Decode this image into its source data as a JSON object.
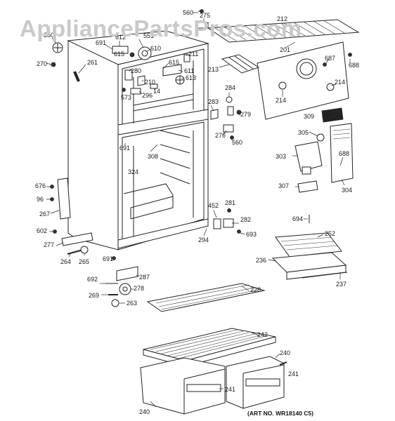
{
  "watermark": "AppliancePartsPros.com",
  "art_number": "(ART NO. WR18140 C5)",
  "part_labels": [
    {
      "id": "l560a",
      "text": "560"
    },
    {
      "id": "l275",
      "text": "275"
    },
    {
      "id": "l212",
      "text": "212"
    },
    {
      "id": "l250",
      "text": "250"
    },
    {
      "id": "l612",
      "text": "612"
    },
    {
      "id": "l551",
      "text": "551"
    },
    {
      "id": "l691a",
      "text": "691"
    },
    {
      "id": "l615a",
      "text": "615"
    },
    {
      "id": "l610",
      "text": "610"
    },
    {
      "id": "l201",
      "text": "201"
    },
    {
      "id": "l270",
      "text": "270"
    },
    {
      "id": "l261",
      "text": "261"
    },
    {
      "id": "l211",
      "text": "211"
    },
    {
      "id": "l687",
      "text": "687"
    },
    {
      "id": "l688a",
      "text": "688"
    },
    {
      "id": "l615b",
      "text": "615"
    },
    {
      "id": "l280",
      "text": "280"
    },
    {
      "id": "l611",
      "text": "611"
    },
    {
      "id": "l213",
      "text": "213"
    },
    {
      "id": "l210",
      "text": "210"
    },
    {
      "id": "l613",
      "text": "613"
    },
    {
      "id": "l14",
      "text": "14"
    },
    {
      "id": "l296",
      "text": "296"
    },
    {
      "id": "l573",
      "text": "573"
    },
    {
      "id": "l284",
      "text": "284"
    },
    {
      "id": "l214a",
      "text": "214"
    },
    {
      "id": "l214b",
      "text": "214"
    },
    {
      "id": "l283",
      "text": "283"
    },
    {
      "id": "l279",
      "text": "279"
    },
    {
      "id": "l309",
      "text": "309"
    },
    {
      "id": "l276",
      "text": "276"
    },
    {
      "id": "l560b",
      "text": "560"
    },
    {
      "id": "l305",
      "text": "305"
    },
    {
      "id": "l691b",
      "text": "691"
    },
    {
      "id": "l308",
      "text": "308"
    },
    {
      "id": "l303",
      "text": "303"
    },
    {
      "id": "l688b",
      "text": "688"
    },
    {
      "id": "l324",
      "text": "324"
    },
    {
      "id": "l676",
      "text": "676"
    },
    {
      "id": "l307",
      "text": "307"
    },
    {
      "id": "l304",
      "text": "304"
    },
    {
      "id": "l96",
      "text": "96"
    },
    {
      "id": "l267",
      "text": "267"
    },
    {
      "id": "l452",
      "text": "452"
    },
    {
      "id": "l281",
      "text": "281"
    },
    {
      "id": "l694",
      "text": "694"
    },
    {
      "id": "l282",
      "text": "282"
    },
    {
      "id": "l602",
      "text": "602"
    },
    {
      "id": "l693",
      "text": "693"
    },
    {
      "id": "l252",
      "text": "252"
    },
    {
      "id": "l294",
      "text": "294"
    },
    {
      "id": "l277",
      "text": "277"
    },
    {
      "id": "l236",
      "text": "236"
    },
    {
      "id": "l264",
      "text": "264"
    },
    {
      "id": "l265",
      "text": "265"
    },
    {
      "id": "l691c",
      "text": "691"
    },
    {
      "id": "l237",
      "text": "237"
    },
    {
      "id": "l287",
      "text": "287"
    },
    {
      "id": "l692",
      "text": "692"
    },
    {
      "id": "l278",
      "text": "278"
    },
    {
      "id": "l228",
      "text": "228"
    },
    {
      "id": "l269",
      "text": "269"
    },
    {
      "id": "l263",
      "text": "263"
    },
    {
      "id": "l242",
      "text": "242"
    },
    {
      "id": "l240a",
      "text": "240"
    },
    {
      "id": "l241a",
      "text": "241"
    },
    {
      "id": "l241b",
      "text": "241"
    },
    {
      "id": "l240b",
      "text": "240"
    }
  ]
}
